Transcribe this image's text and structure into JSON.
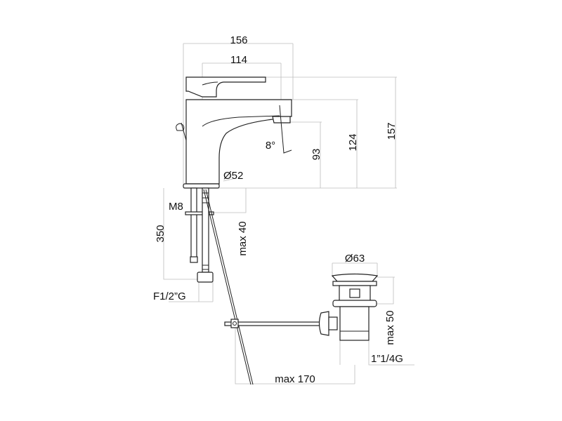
{
  "drawing": {
    "faucet": {
      "width_total": "156",
      "spout_reach": "114",
      "height_total": "157",
      "spout_height": "124",
      "outlet_height": "93",
      "spout_angle": "8°",
      "base_diameter": "Ø52"
    },
    "supply": {
      "stud_thread": "M8",
      "hose_length": "350",
      "max_deck_thickness": "max 40",
      "connection": "F1/2”G"
    },
    "drain": {
      "plug_diameter": "Ø63",
      "max_thickness": "max 50",
      "thread": "1”1/4G",
      "rod_reach": "max 170"
    }
  }
}
